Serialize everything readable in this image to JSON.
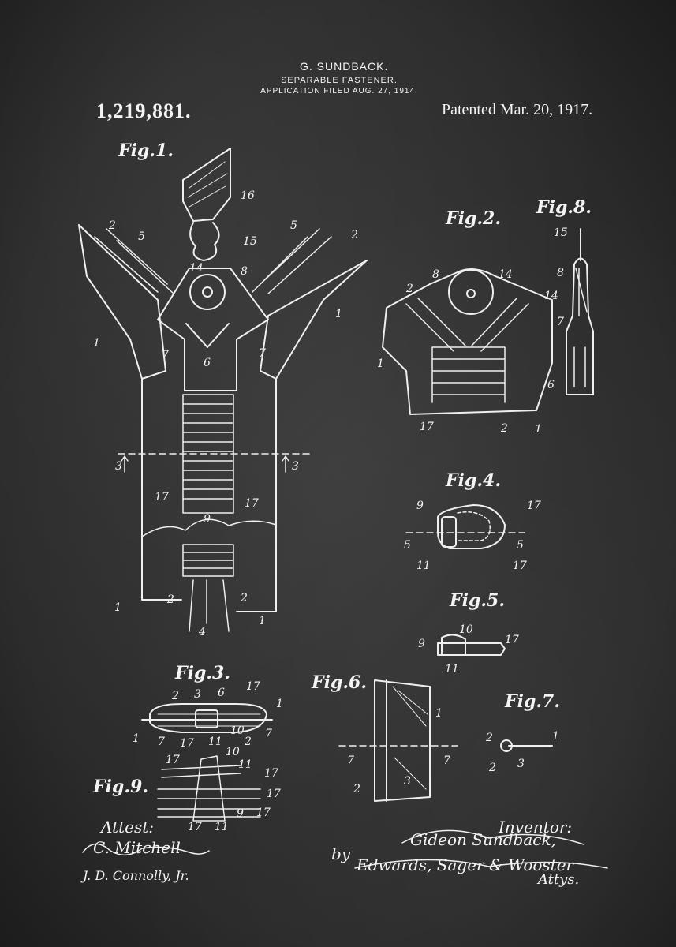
{
  "header": {
    "inventor": "G. SUNDBACK.",
    "title": "SEPARABLE FASTENER.",
    "filed": "APPLICATION FILED AUG. 27, 1914.",
    "number": "1,219,881.",
    "patented": "Patented Mar. 20, 1917."
  },
  "figures": {
    "fig1": "Fig.1.",
    "fig2": "Fig.2.",
    "fig3": "Fig.3.",
    "fig4": "Fig.4.",
    "fig5": "Fig.5.",
    "fig6": "Fig.6.",
    "fig7": "Fig.7.",
    "fig8": "Fig.8.",
    "fig9": "Fig.9."
  },
  "labels": {
    "l1": "1",
    "l2": "2",
    "l3": "3",
    "l4": "4",
    "l5": "5",
    "l6": "6",
    "l7": "7",
    "l8": "8",
    "l9": "9",
    "l10": "10",
    "l11": "11",
    "l14": "14",
    "l15": "15",
    "l16": "16",
    "l17": "17"
  },
  "signatures": {
    "attest_label": "Attest:",
    "witness1": "C. Mitchell",
    "witness2": "J. D. Connolly, Jr.",
    "inventor_label": "Inventor:",
    "inventor_sig": "Gideon Sundback,",
    "by": "by",
    "attorneys_sig": "Edwards, Sager & Wooster",
    "attys": "Attys."
  },
  "colors": {
    "background": "#2b2b2b",
    "ink": "#f2f2f2"
  }
}
